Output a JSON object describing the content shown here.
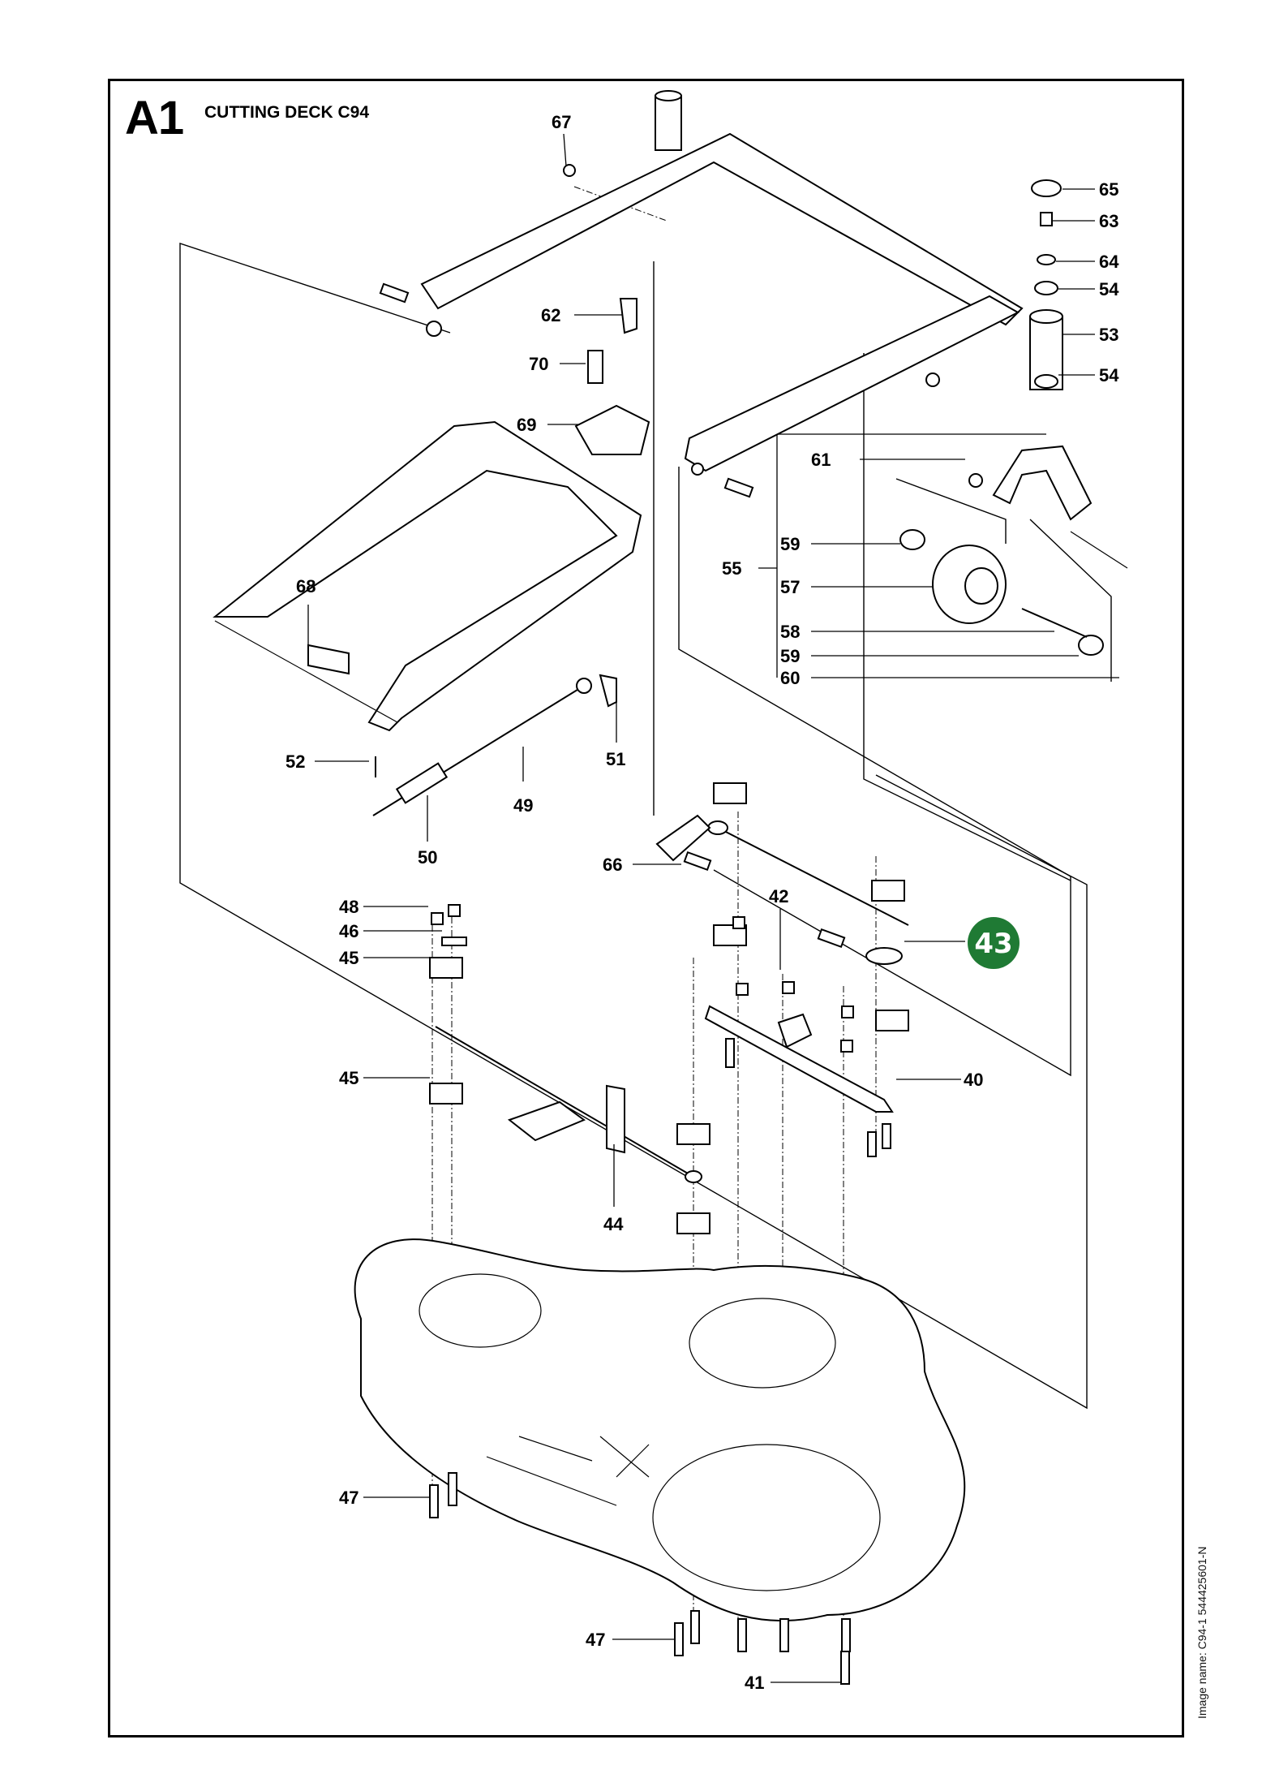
{
  "header": {
    "section_code": "A1",
    "title": "CUTTING DECK C94"
  },
  "footer": {
    "image_name": "Image name: C94-1 544425601-N"
  },
  "highlight": {
    "part_number": "43",
    "color": "#1f7a34"
  },
  "labels": [
    "67",
    "65",
    "63",
    "64",
    "54",
    "62",
    "53",
    "70",
    "54",
    "69",
    "61",
    "59",
    "55",
    "57",
    "68",
    "58",
    "59",
    "60",
    "52",
    "51",
    "49",
    "50",
    "66",
    "42",
    "48",
    "46",
    "45",
    "40",
    "45",
    "44",
    "47",
    "47",
    "41"
  ],
  "icons": {
    "drawing": "exploded-parts-diagram"
  }
}
